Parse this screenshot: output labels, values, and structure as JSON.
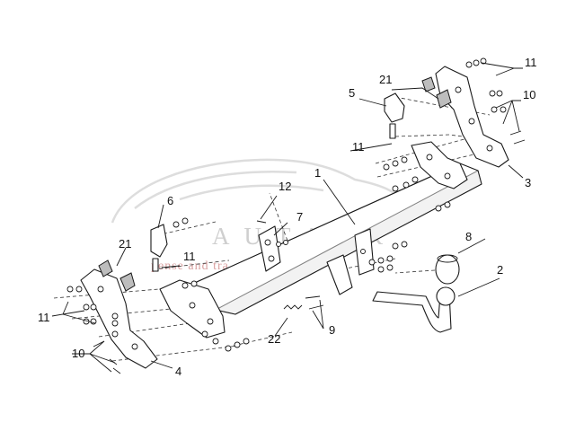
{
  "watermark": {
    "brand": "AUTARK",
    "tagline": "pense and tra"
  },
  "callouts": {
    "c1": "1",
    "c2": "2",
    "c3": "3",
    "c4": "4",
    "c5": "5",
    "c6": "6",
    "c7": "7",
    "c8": "8",
    "c9": "9",
    "c10a": "10",
    "c10b": "10",
    "c11a": "11",
    "c11b": "11",
    "c11c": "11",
    "c11d": "11",
    "c12": "12",
    "c21a": "21",
    "c21b": "21",
    "c22": "22"
  }
}
